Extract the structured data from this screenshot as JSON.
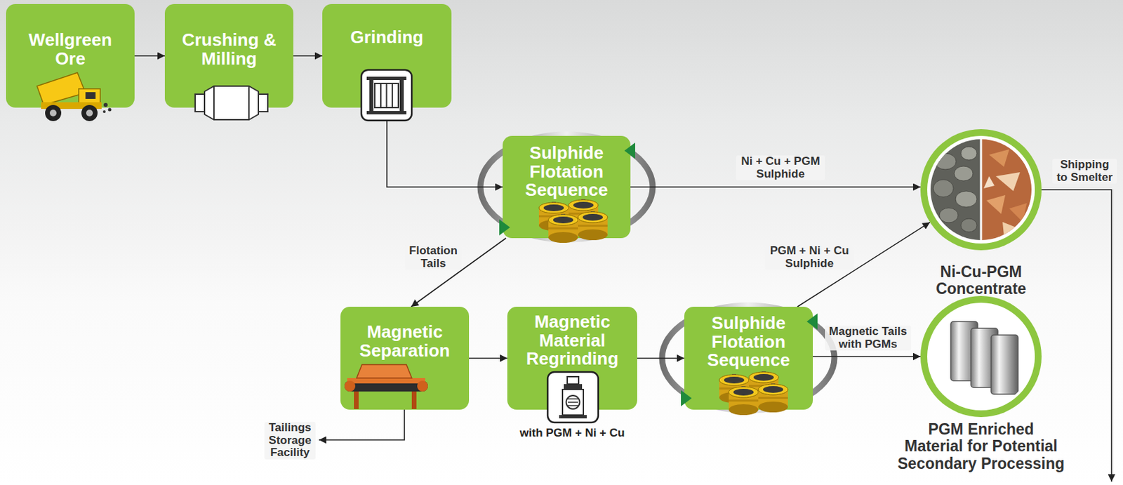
{
  "diagram": {
    "nodes": [
      {
        "text": [
          "Wellgreen Ore"
        ]
      },
      {
        "text": [
          "Crushing & Milling"
        ]
      },
      {
        "text": [
          "Grinding"
        ]
      },
      {
        "text": [
          "Sulphide Flotation Sequence"
        ]
      },
      {
        "text": [
          "Ni-Cu-PGM Concentrate"
        ]
      },
      {
        "text": [
          "Magnetic Separation"
        ]
      },
      {
        "text": [
          "Magnetic Material Regrinding",
          "with PGM + Ni + Cu"
        ]
      },
      {
        "text": [
          "Sulphide Flotation Sequence"
        ]
      },
      {
        "text": [
          "PGM Enriched Material for Potential Secondary Processing"
        ]
      }
    ],
    "edges": [
      {
        "from": 0,
        "to": 1,
        "arrow": "to"
      },
      {
        "from": 1,
        "to": 2,
        "arrow": "to"
      },
      {
        "from": 2,
        "to": 3,
        "arrow": "to"
      },
      {
        "from": 3,
        "to": 4,
        "label": "Ni + Cu + PGM Sulphide",
        "arrow": "to"
      },
      {
        "from": 3,
        "to": 5,
        "label": "Flotation Tails",
        "arrow": "to"
      },
      {
        "from": 5,
        "to": 6,
        "arrow": "to"
      },
      {
        "from": 6,
        "to": 7,
        "arrow": "to"
      },
      {
        "from": 7,
        "to": 4,
        "label": "PGM + Ni + Cu Sulphide",
        "arrow": "to"
      },
      {
        "from": 7,
        "to": 8,
        "label": "Magnetic Tails with PGMs",
        "arrow": "to"
      }
    ],
    "labels": [
      "Tailings Storage Facility",
      "Shipping to Smelter"
    ]
  }
}
